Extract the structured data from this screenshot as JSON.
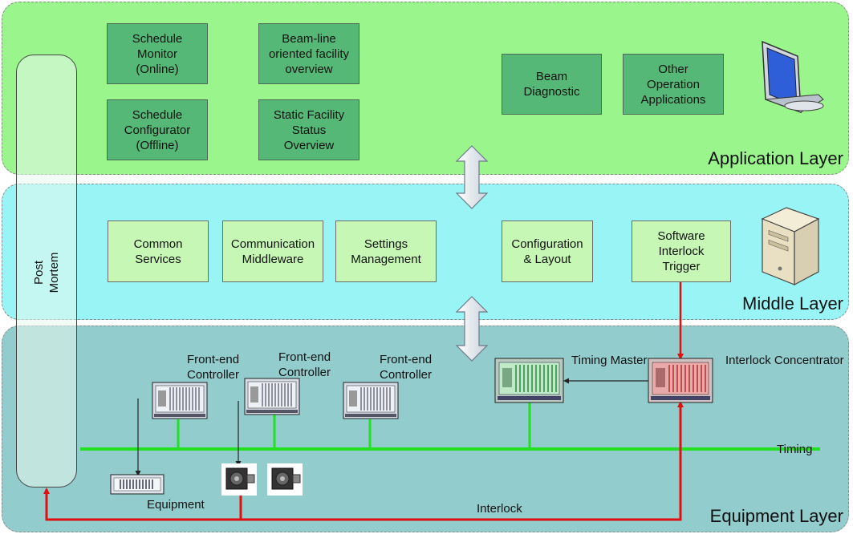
{
  "application_layer": {
    "title": "Application Layer",
    "boxes": [
      "Schedule\nMonitor\n(Online)",
      "Beam-line\noriented facility\noverview",
      "Schedule\nConfigurator\n(Offline)",
      "Static Facility\nStatus\nOverview",
      "Beam\nDiagnostic",
      "Other\nOperation\nApplications"
    ]
  },
  "middle_layer": {
    "title": "Middle Layer",
    "boxes": [
      "Common\nServices",
      "Communication\nMiddleware",
      "Settings\nManagement",
      "Configuration\n& Layout",
      "Software\nInterlock\nTrigger"
    ]
  },
  "equipment_layer": {
    "title": "Equipment Layer",
    "front_end_controller_labels": [
      "Front-end\nController",
      "Front-end\nController",
      "Front-end\nController"
    ],
    "timing_master_label": "Timing Master",
    "interlock_concentrator_label": "Interlock Concentrator",
    "timing_label": "Timing",
    "interlock_label": "Interlock",
    "equipment_label": "Equipment"
  },
  "post_mortem": {
    "label": "Post\nMortem"
  },
  "colors": {
    "application_layer": "#99f58c",
    "middle_layer": "#99f5f5",
    "equipment_layer": "#93cccd",
    "timing_line": "#22e022",
    "interlock_line": "#e01010"
  },
  "icons": [
    "monitor-icon",
    "server-tower-icon",
    "vme-crate-icon",
    "stepper-motor-icon",
    "double-arrow-icon"
  ]
}
